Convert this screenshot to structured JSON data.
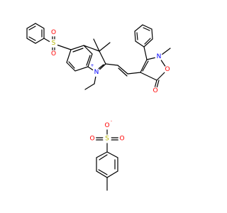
{
  "molecule": {
    "atoms": {
      "s_sulfonyl": "S",
      "o_sulfonyl_top": "O",
      "o_sulfonyl_bottom": "O",
      "n_indolium": "N",
      "n_indolium_charge": "+",
      "n_isoxazolone": "N",
      "o_ring": "O",
      "o_carbonyl": "O",
      "s_tosylate": "S",
      "o_tosylate_top": "O",
      "o_tosylate_top_charge": "-",
      "o_tosylate_left": "O",
      "o_tosylate_right": "O"
    }
  },
  "colors": {
    "bond": "#000000",
    "sulfur": "#b4b400",
    "oxygen": "#ff0000",
    "nitrogen": "#0000ff"
  }
}
